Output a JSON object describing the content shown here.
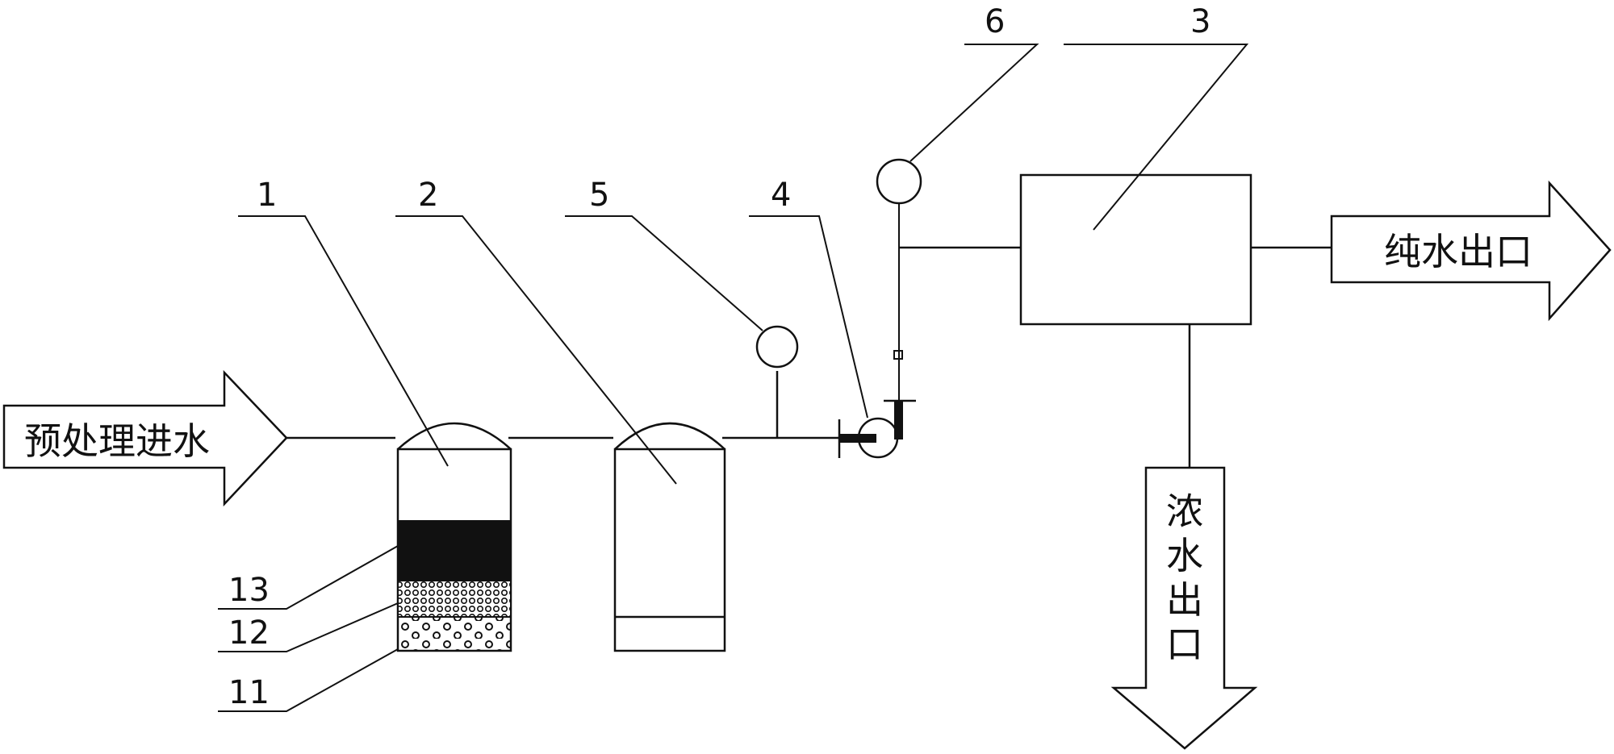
{
  "labels": {
    "inlet": "预处理进水",
    "pure_outlet": "纯水出口",
    "concentrate_outlet": "浓水出口"
  },
  "callouts": {
    "c1": "1",
    "c2": "2",
    "c3": "3",
    "c4": "4",
    "c5": "5",
    "c6": "6",
    "c11": "11",
    "c12": "12",
    "c13": "13"
  }
}
